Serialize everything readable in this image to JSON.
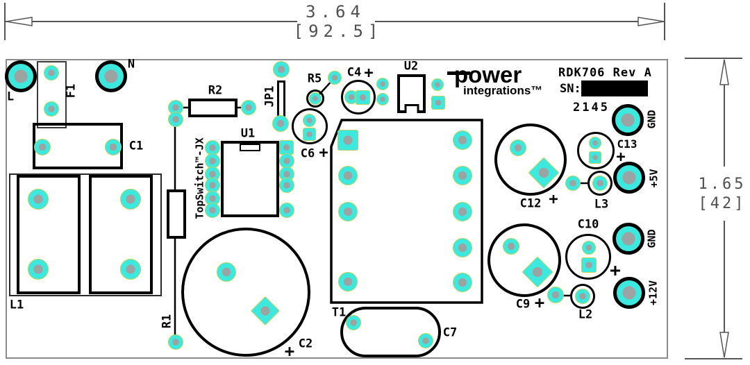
{
  "title": "RDK706 PCB assembly drawing",
  "dimensions": {
    "top_in": "3.64",
    "top_mm": "[92.5]",
    "right_in": "1.65",
    "right_mm": "[42]"
  },
  "branding": {
    "logo_top": "power",
    "logo_bottom": "integrations™",
    "board_id": "RDK706 Rev A",
    "serial_label": "SN:",
    "date_code": "2145"
  },
  "labels": {
    "line": "L",
    "neutral": "N",
    "f1": "F1",
    "c1": "C1",
    "l1": "L1",
    "r1": "R1",
    "r2": "R2",
    "jp1": "JP1",
    "u1": "U1",
    "topswitch": "TopSwitch™-JX",
    "r5": "R5",
    "c4": "C4",
    "u2": "U2",
    "c6": "C6",
    "t1": "T1",
    "c2": "C2",
    "c7": "C7",
    "c12": "C12",
    "c13": "C13",
    "l3": "L3",
    "c9": "C9",
    "c10": "C10",
    "l2": "L2",
    "gnd": "GND",
    "p5v": "+5V",
    "p12v": "+12V",
    "plus": "+"
  },
  "colors": {
    "pad_fill": "#3DE8DE",
    "pad_hole": "#9BA3A3",
    "pad_edge": "#B9D35C",
    "silkscreen": "#000000",
    "dimension_lines": "#555555",
    "board_border": "#888888"
  }
}
